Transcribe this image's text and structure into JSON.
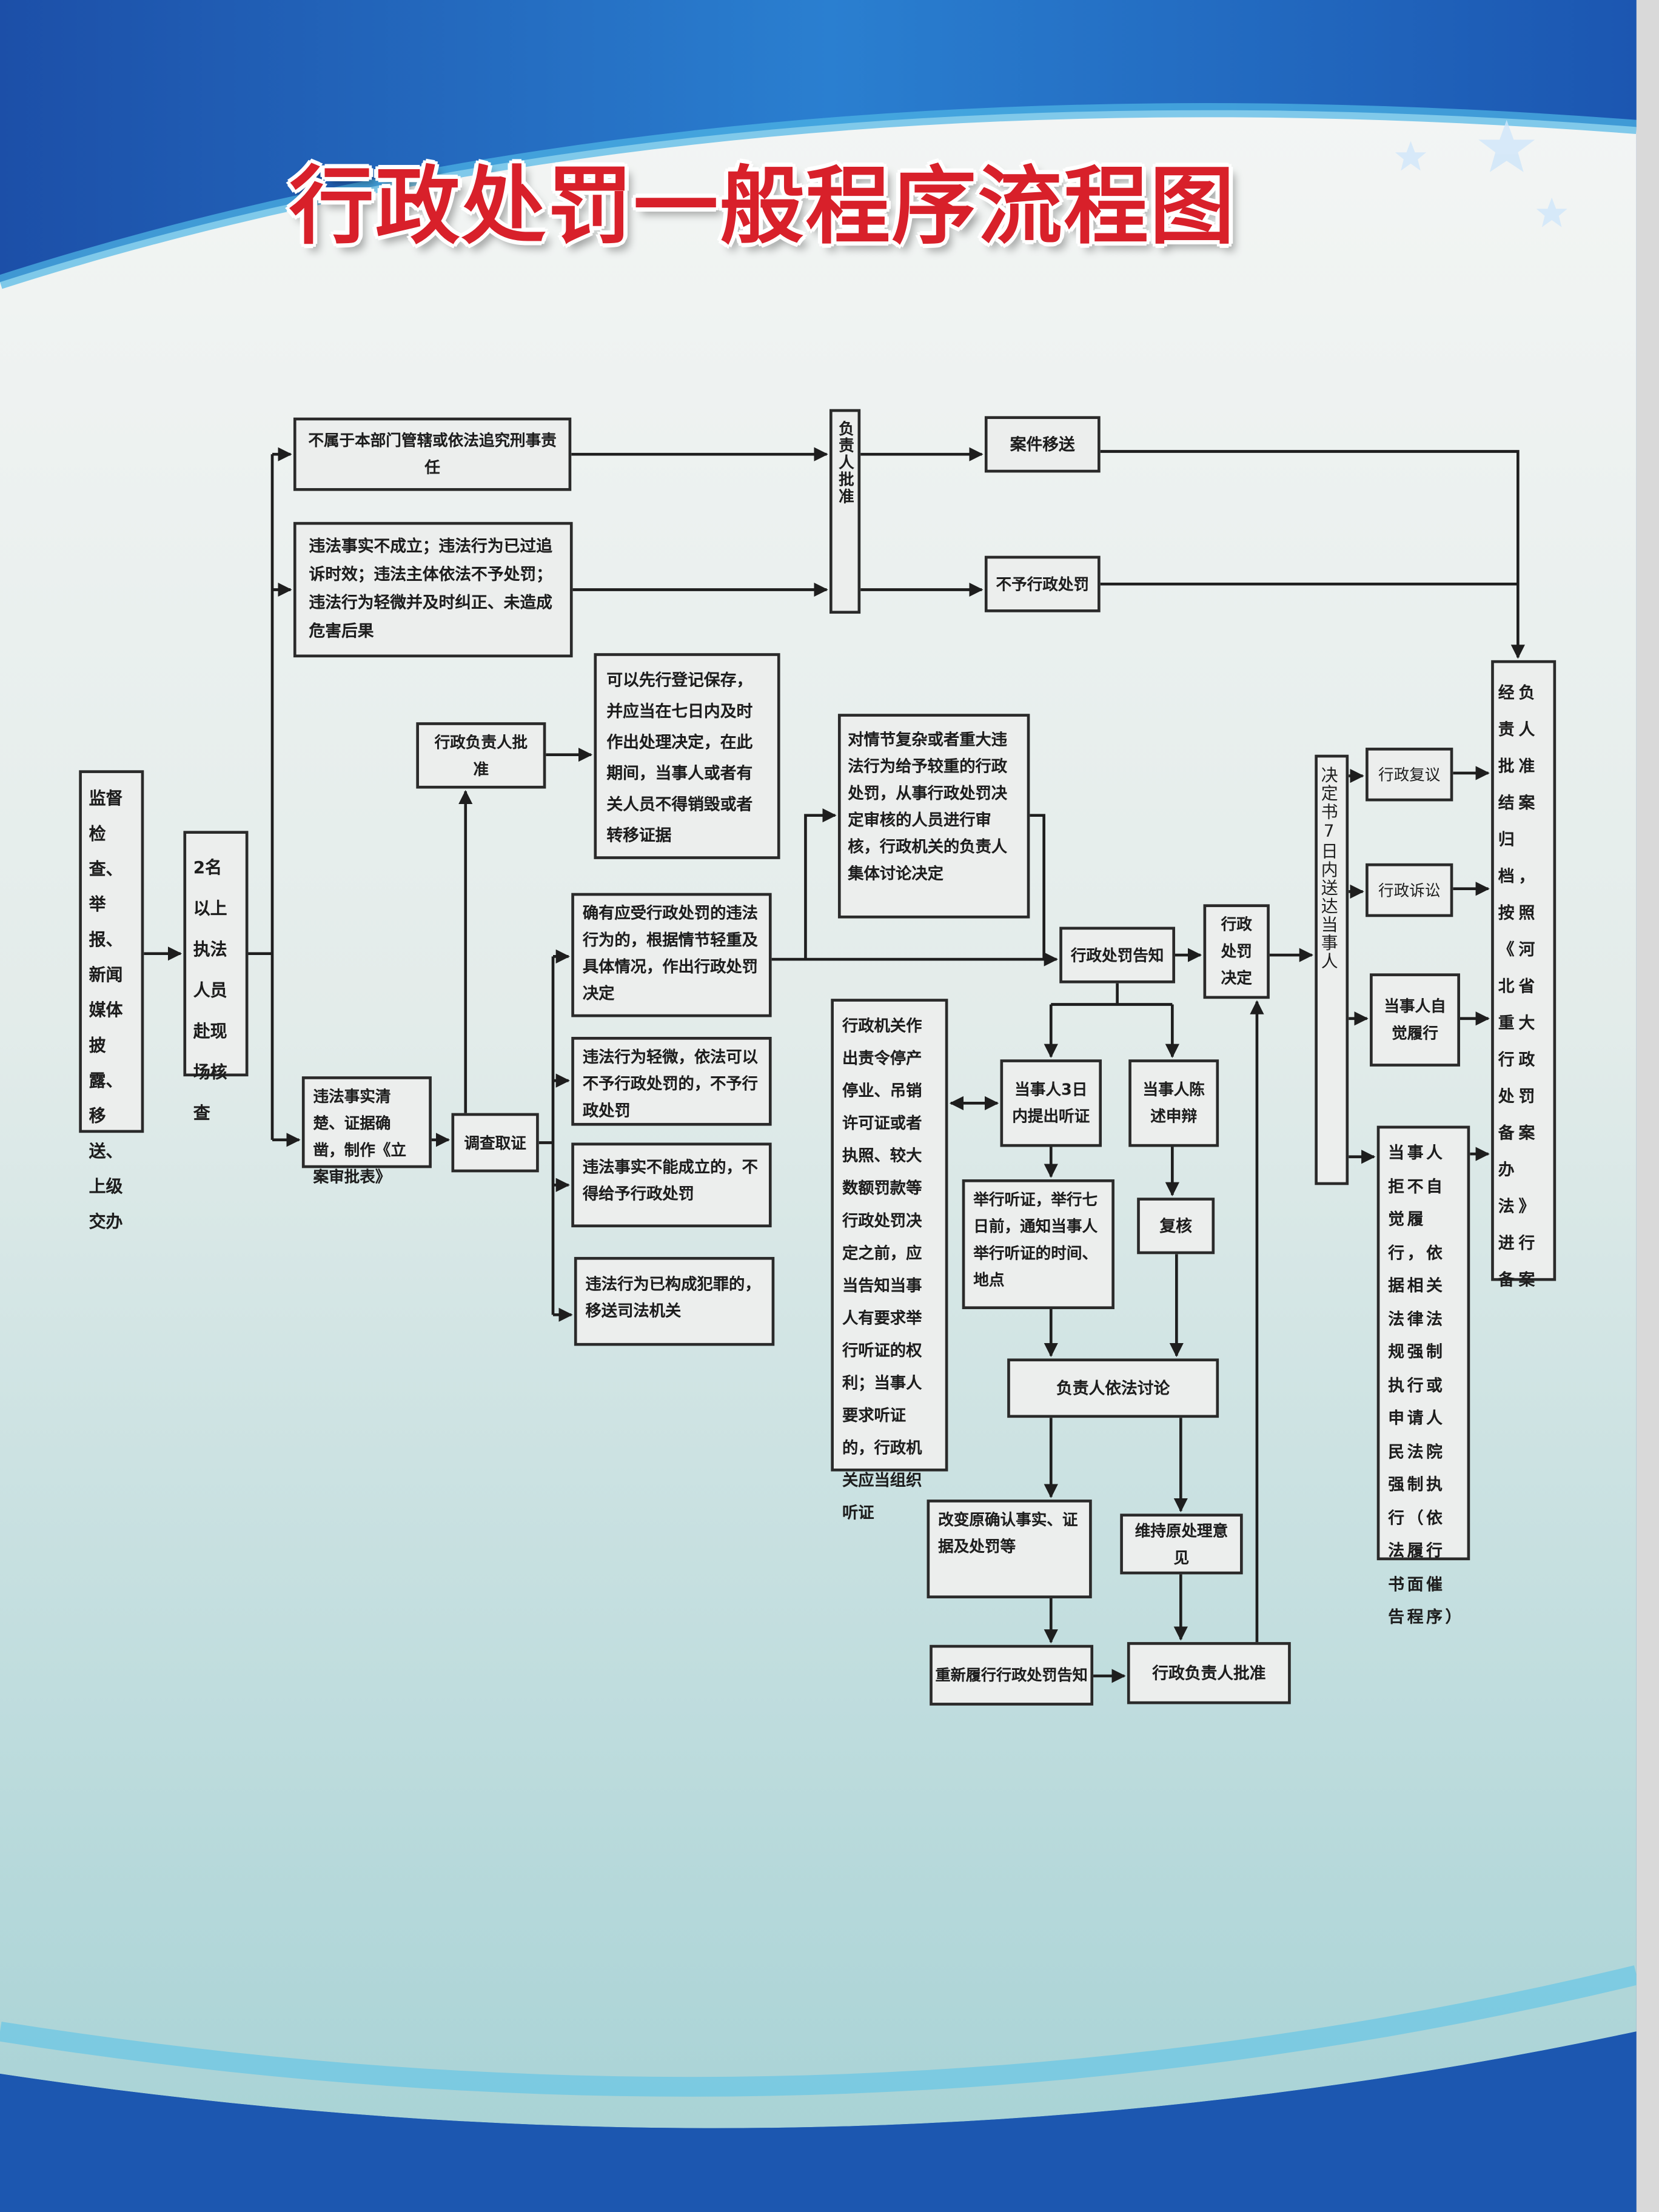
{
  "title": "行政处罚一般程序流程图",
  "colors": {
    "title": "#d8202a",
    "band": "#1f5fb8",
    "panel": "#e9efee",
    "box": "#eceeed",
    "line": "#1e1e1e"
  },
  "nodes": {
    "source": "监督检查、举报、新闻媒体披露、移送、上级交办",
    "onsite_check": "2名以上执法人员赴现场核查",
    "not_jurisdiction": "不属于本部门管辖或依法追究刑事责任",
    "no_penalty_cases": "违法事实不成立；违法行为已过追诉时效；违法主体依法不予处罚；违法行为轻微并及时纠正、未造成危害后果",
    "leader_approve_vertical": "负责人批准",
    "case_transfer": "案件移送",
    "no_admin_penalty": "不予行政处罚",
    "facts_clear": "违法事实清楚、证据确凿，制作《立案审批表》",
    "investigate": "调查取证",
    "admin_leader_approve": "行政负责人批准",
    "evidence_preserve": "可以先行登记保存，并应当在七日内及时作出处理决定，在此期间，当事人或者有关人员不得销毁或者转移证据",
    "complex_case": "对情节复杂或者重大违法行为给予较重的行政处罚，从事行政处罚决定审核的人员进行审核，行政机关的负责人集体讨论决定",
    "should_penalize": "确有应受行政处罚的违法行为的，根据情节轻重及具体情况，作出行政处罚决定",
    "minor_no_penalty": "违法行为轻微，依法可以不予行政处罚的，不予行政处罚",
    "facts_not_established": "违法事实不能成立的，不得给予行政处罚",
    "crime_transfer": "违法行为已构成犯罪的，移送司法机关",
    "penalty_notice": "行政处罚告知",
    "penalty_decision": "行政处罚决定",
    "hearing_rights": "行政机关作出责令停产停业、吊销许可证或者执照、较大数额罚款等行政处罚决定之前，应当告知当事人有要求举行听证的权利；当事人要求听证的，行政机关应当组织听证",
    "hearing_request": "当事人3日内提出听证",
    "statement_defense": "当事人陈述申辩",
    "hold_hearing": "举行听证，举行七日前，通知当事人举行听证的时间、地点",
    "review": "复核",
    "leader_discuss": "负责人依法讨论",
    "change_original": "改变原确认事实、证据及处罚等",
    "maintain_original": "维持原处理意见",
    "renotice": "重新履行行政处罚告知",
    "admin_leader_approve_2": "行政负责人批准",
    "decision_delivery": "决定书7日内送达当事人",
    "admin_reconsideration": "行政复议",
    "admin_litigation": "行政诉讼",
    "voluntary_performance": "当事人自觉履行",
    "enforcement": "当事人拒不自觉履行，依据相关法律法规强制执行或申请人民法院强制执行（依法履行书面催告程序）",
    "close_archive": "经负责人批准结案归档，按照《河北省重大行政处罚备案办法》进行备案"
  }
}
